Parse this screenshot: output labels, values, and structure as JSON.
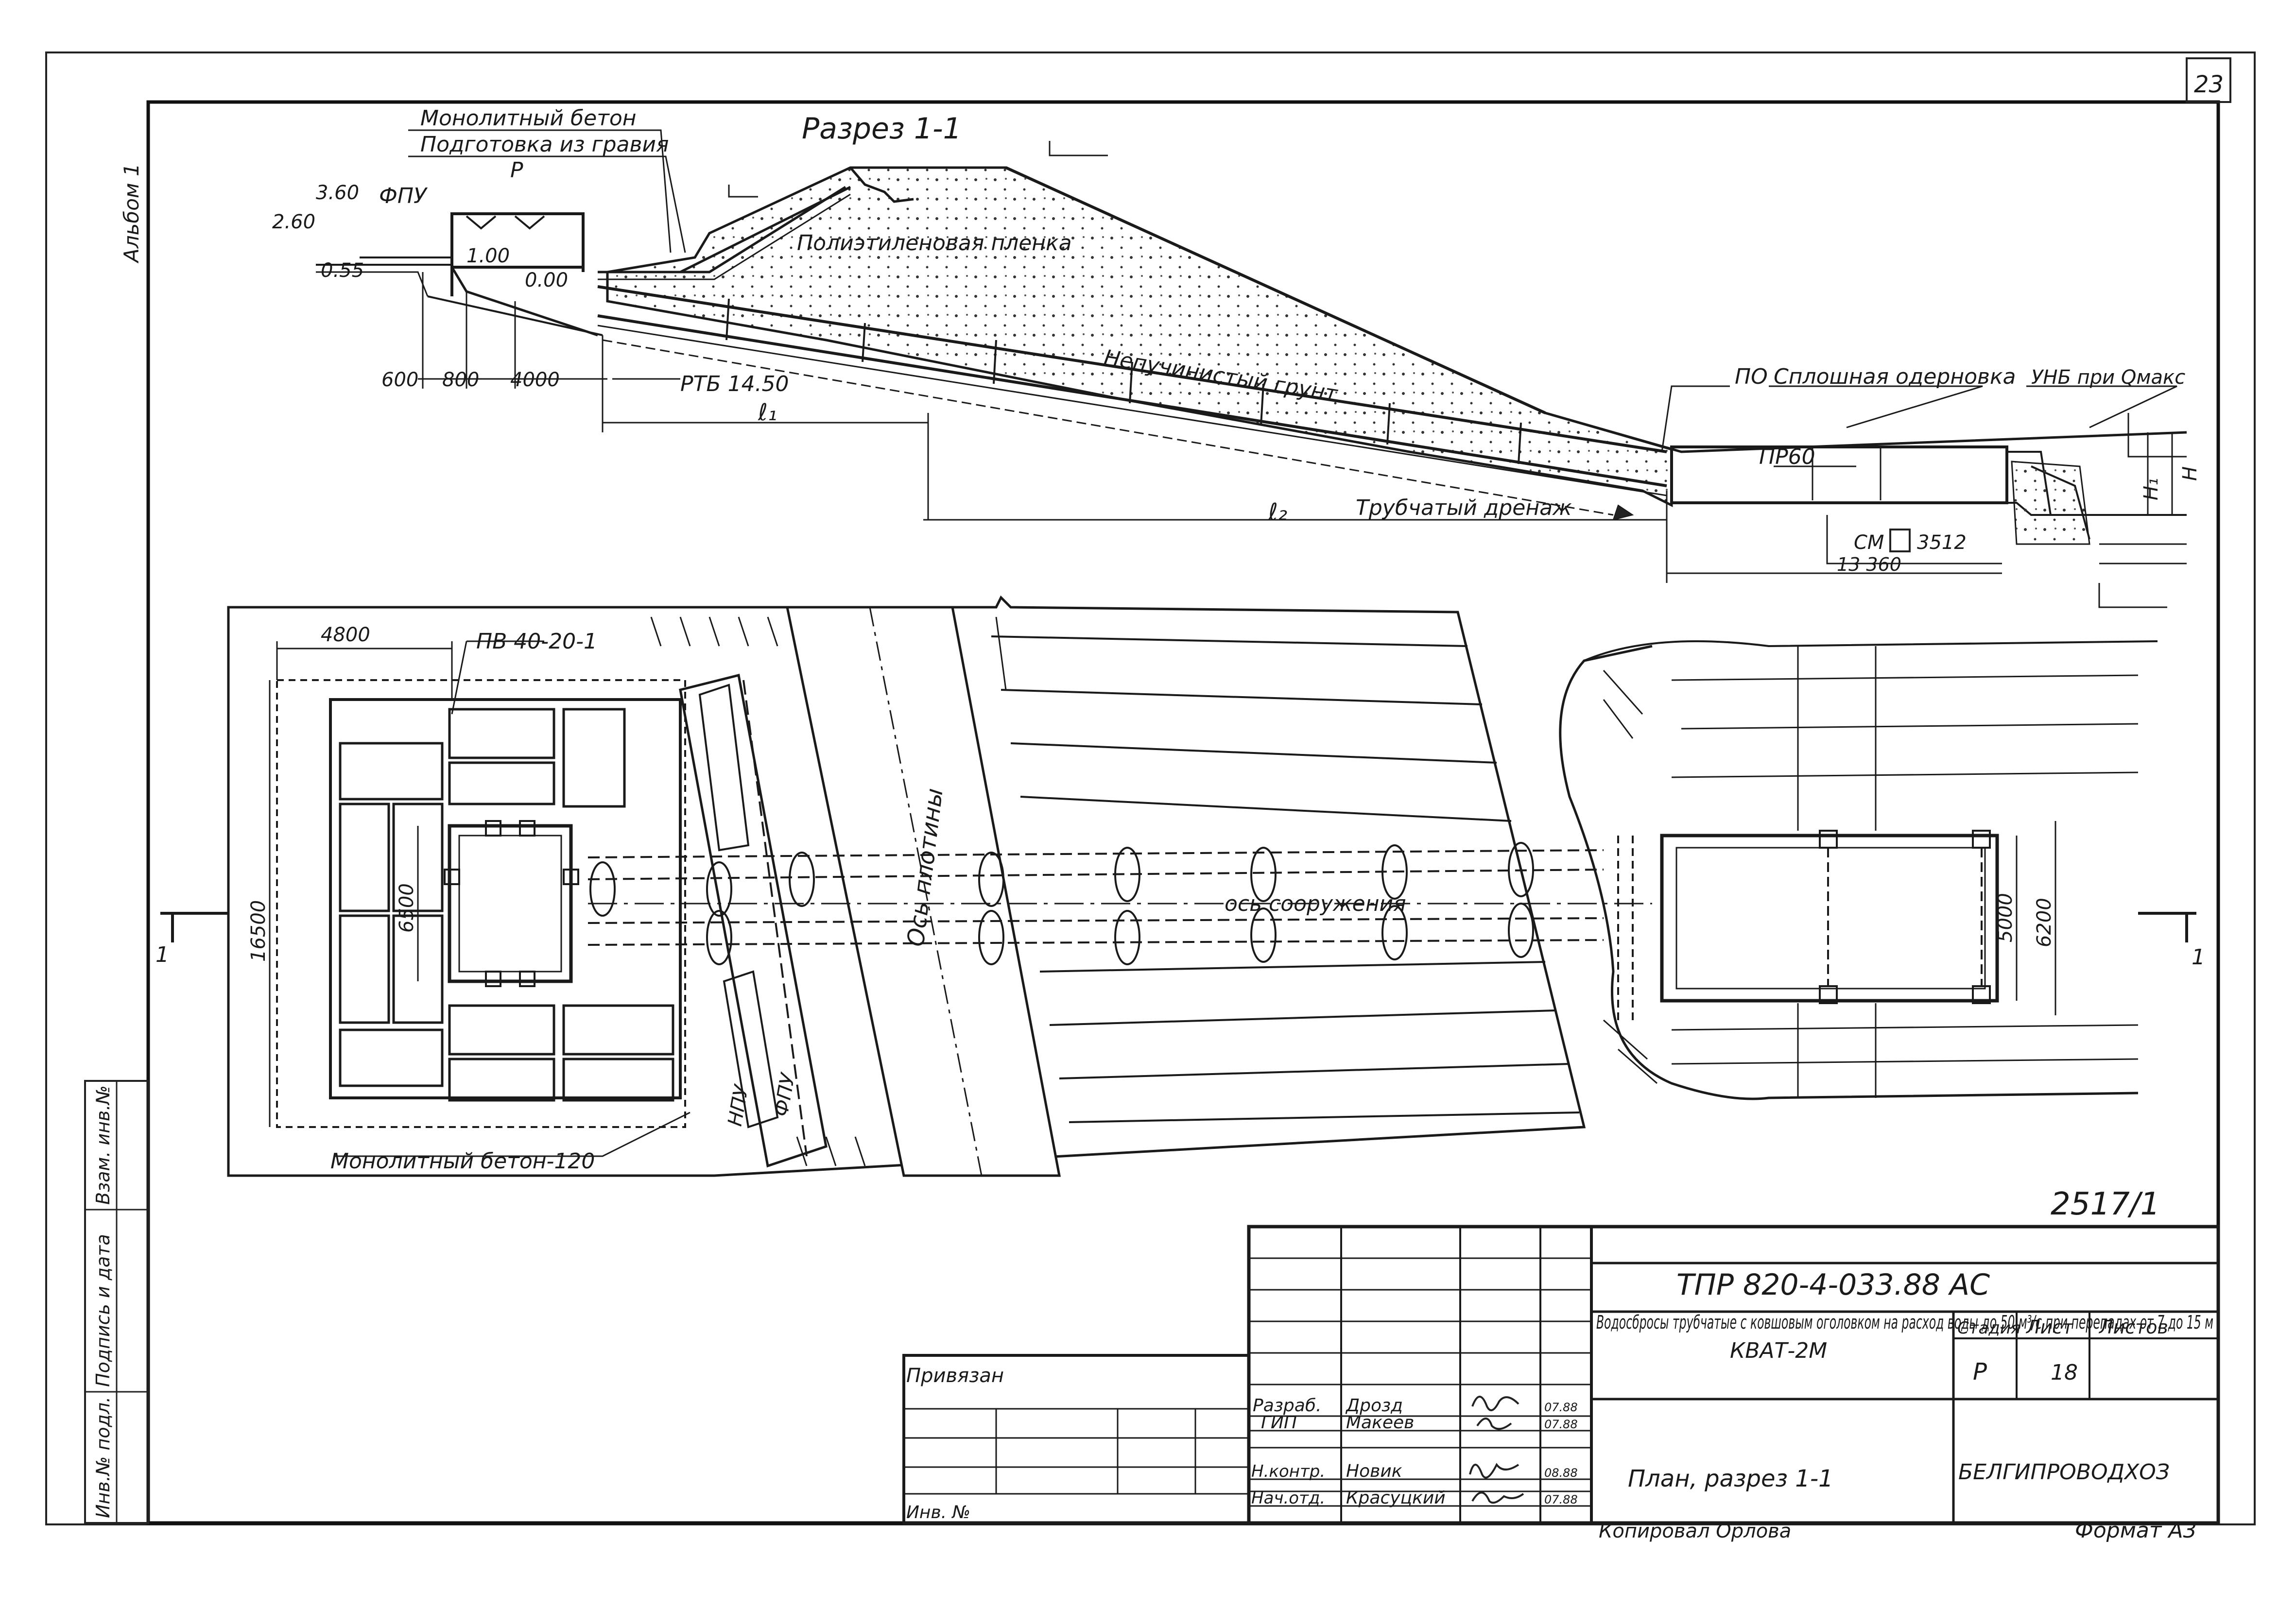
{
  "page_number": "23",
  "album": "Альбом 1",
  "section": {
    "title": "Разрез 1-1",
    "labels": {
      "monolith_concrete": "Монолитный бетон",
      "gravel_prep": "Подготовка из гравия",
      "r": "Р",
      "level_360": "3.60",
      "fpu": "ФПУ",
      "level_260": "2.60",
      "level_055": "0.55",
      "level_100": "1.00",
      "level_000": "0.00",
      "polyethylene": "Полиэтиленовая пленка",
      "non_heaving": "Непучинистый грунт",
      "rtb": "РТБ 14.50",
      "dim_600": "600",
      "dim_800": "800",
      "dim_4000": "4000",
      "l1": "ℓ₁",
      "l2": "ℓ₂",
      "po": "ПО",
      "sod": "Сплошная одерновка",
      "unb": "УНБ при Qмакс",
      "pr60": "ПР60",
      "drain": "Трубчатый дренаж",
      "cm": "СМ",
      "cm_num": "3512",
      "dim_13360": "13 360",
      "h": "H",
      "h1": "H₁"
    }
  },
  "plan": {
    "labels": {
      "dim_4800": "4800",
      "pv": "ПВ 40-20-1",
      "dim_6500": "6500",
      "dim_16500": "16500",
      "dam_axis": "Ось плотины",
      "structure_axis": "ось сооружения",
      "npu": "НПУ",
      "fpu": "ФПУ",
      "monolith_120": "Монолитный бетон-120",
      "dim_5000": "5000",
      "dim_6200": "6200",
      "cut_marker": "1"
    }
  },
  "side_stamp": {
    "inv_no_orig": "Инв.№ подл.",
    "sign_date": "Подпись и дата",
    "replace_inv": "Взам. инв.№"
  },
  "archive_number": "2517/1",
  "title_block": {
    "code": "ТПР 820-4-033.88   АС",
    "description": "Водосбросы трубчатые с ковшовым оголовком на расход воды до 50 м³/с при перепадах от 7 до 15 м",
    "object": "КВАТ-2М",
    "sheet_title": "План,  разрез 1-1",
    "organization": "БЕЛГИПРОВОДХОЗ",
    "stage_label": "Стадия",
    "sheet_label": "Лист",
    "sheets_label": "Листов",
    "stage": "Р",
    "sheet": "18",
    "bound": "Привязан",
    "inv_no": "Инв. №",
    "roles": [
      {
        "role": "Разраб.",
        "name": "Дрозд",
        "date": "07.88"
      },
      {
        "role": "ГИП",
        "name": "Макеев",
        "date": "07.88"
      },
      {
        "role": "Н.контр.",
        "name": "Новик",
        "date": "08.88"
      },
      {
        "role": "Нач.отд.",
        "name": "Красуцкий",
        "date": "07.88"
      }
    ],
    "copied": "Копировал  Орлова",
    "format": "Формат  А3"
  }
}
